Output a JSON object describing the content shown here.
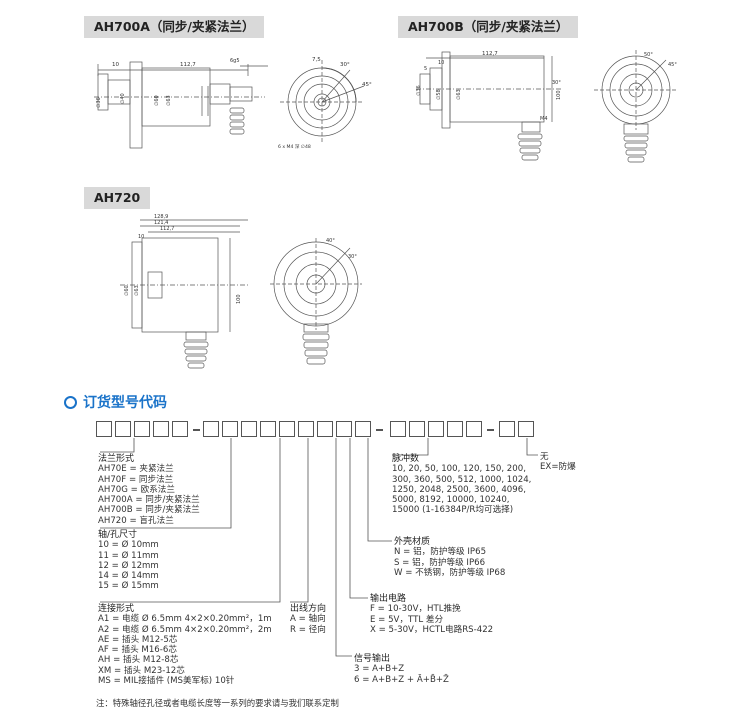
{
  "drawings": {
    "ah700a": {
      "title": "AH700A（同步/夹紧法兰）",
      "dims": [
        "112,7",
        "10",
        "6g5",
        "∅36",
        "∅40",
        "∅60",
        "∅63",
        "7,5",
        "30°",
        "45°",
        "6 x M4 深 ∅48"
      ]
    },
    "ah700b": {
      "title": "AH700B（同步/夹紧法兰）",
      "dims": [
        "112,7",
        "5",
        "10",
        "∅36",
        "∅58",
        "∅63",
        "30°",
        "100",
        "M4",
        "50°",
        "45°"
      ]
    },
    "ah720": {
      "title": "AH720",
      "dims": [
        "128,9",
        "121,4",
        "112,7",
        "10",
        "∅60",
        "∅63",
        "100",
        "40°",
        "30°"
      ]
    }
  },
  "order": {
    "title": "订货型号代码",
    "flange": {
      "header": "法兰形式",
      "items": [
        "AH70E = 夹紧法兰",
        "AH70F = 同步法兰",
        "AH70G = 欧系法兰",
        "AH700A = 同步/夹紧法兰",
        "AH700B = 同步/夹紧法兰",
        "AH720 = 盲孔法兰"
      ]
    },
    "shaft": {
      "header": "轴/孔尺寸",
      "items": [
        "10 = Ø 10mm",
        "11 = Ø 11mm",
        "12 = Ø 12mm",
        "14 = Ø 14mm",
        "15 = Ø 15mm"
      ]
    },
    "connection": {
      "header": "连接形式",
      "items": [
        "A1 = 电缆 Ø 6.5mm 4×2×0.20mm²，1m",
        "A2 = 电缆 Ø 6.5mm 4×2×0.20mm²，2m",
        "AE = 插头 M12-5芯",
        "AF = 插头 M16-6芯",
        "AH = 插头 M12-8芯",
        "XM = 插头 M23-12芯",
        "MS = MIL接插件 (MS美军标) 10针"
      ]
    },
    "outlet": {
      "header": "出线方向",
      "items": [
        "A = 轴向",
        "R = 径向"
      ]
    },
    "signal": {
      "header": "信号输出",
      "items": [
        "3 = A+B+Z",
        "6 = A+B+Z + Ā+B̄+Z̄"
      ]
    },
    "circuit": {
      "header": "输出电路",
      "items": [
        "F = 10-30V，HTL推挽",
        "E = 5V，TTL 差分",
        "X = 5-30V，HCTL电路RS-422"
      ]
    },
    "housing": {
      "header": "外壳材质",
      "items": [
        "N = 铝，防护等级 IP65",
        "S = 铝，防护等级 IP66",
        "W = 不锈钢，防护等级 IP68"
      ]
    },
    "pulses": {
      "header": "脉冲数",
      "items": [
        "10, 20, 50, 100, 120, 150, 200,",
        "300, 360, 500, 512, 1000, 1024,",
        "1250, 2048, 2500, 3600, 4096,",
        "5000, 8192, 10000, 10240,",
        "15000 (1-16384P/R均可选择)"
      ]
    },
    "explosion": {
      "items": [
        "无",
        "EX=防爆"
      ]
    },
    "note": "注：特殊轴径孔径或者电缆长度等一系列的要求请与我们联系定制"
  }
}
